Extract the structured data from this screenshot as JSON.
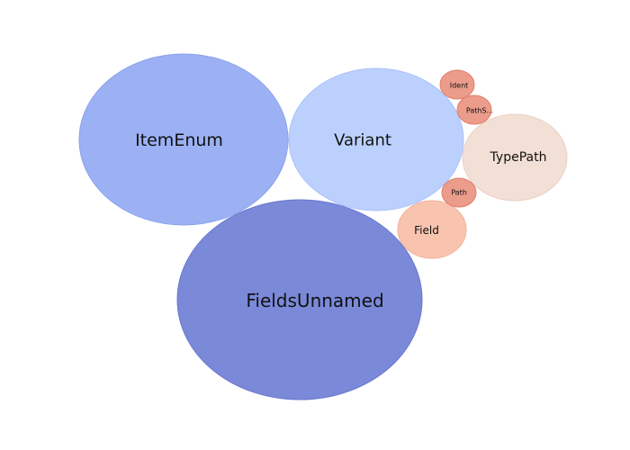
{
  "chart_data": {
    "type": "bubble",
    "title": "",
    "bubbles": [
      {
        "label": "FieldsUnnamed",
        "color": "#7b89d9",
        "stroke": "#6a78cf"
      },
      {
        "label": "ItemEnum",
        "color": "#9cb1f4",
        "stroke": "#8aa1ee"
      },
      {
        "label": "Variant",
        "color": "#bcd0fd",
        "stroke": "#a9c1f9"
      },
      {
        "label": "TypePath",
        "color": "#f2dfd6",
        "stroke": "#ecd0c3"
      },
      {
        "label": "Field",
        "color": "#f8c4ad",
        "stroke": "#f2b199"
      },
      {
        "label": "Path",
        "color": "#ec9c8b",
        "stroke": "#e07f6e"
      },
      {
        "label": "PathS...",
        "color": "#ec9c8b",
        "stroke": "#e07f6e"
      },
      {
        "label": "Ident",
        "color": "#ec9c8b",
        "stroke": "#e07f6e"
      }
    ]
  }
}
